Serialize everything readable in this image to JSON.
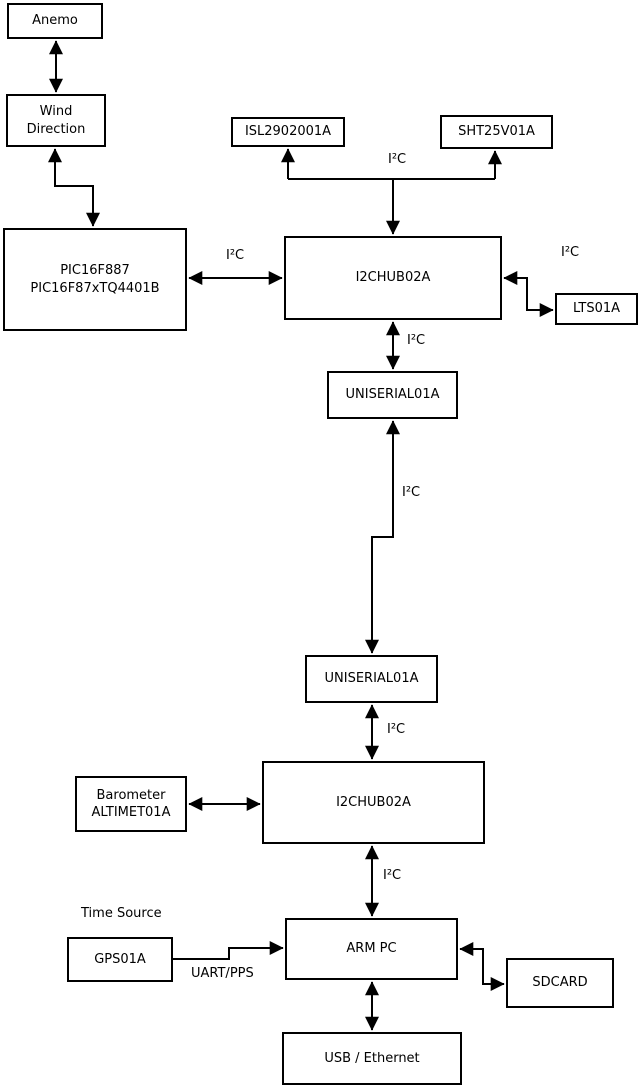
{
  "diagram": {
    "background_color": "#ffffff",
    "line_color": "#000000",
    "box_fill_color": "#ffffff",
    "box_border_color": "#000000",
    "text_color": "#000000"
  },
  "nodes": {
    "anemo": {
      "lines": [
        "Anemo"
      ]
    },
    "wind": {
      "lines": [
        "Wind",
        "Direction"
      ]
    },
    "pic": {
      "lines": [
        "PIC16F887",
        "PIC16F87xTQ4401B"
      ]
    },
    "isl": {
      "lines": [
        "ISL2902001A"
      ]
    },
    "sht": {
      "lines": [
        "SHT25V01A"
      ]
    },
    "hub1": {
      "lines": [
        "I2CHUB02A"
      ]
    },
    "lts": {
      "lines": [
        "LTS01A"
      ]
    },
    "uniserial1": {
      "lines": [
        "UNISERIAL01A"
      ]
    },
    "uniserial2": {
      "lines": [
        "UNISERIAL01A"
      ]
    },
    "hub2": {
      "lines": [
        "I2CHUB02A"
      ]
    },
    "barometer": {
      "lines": [
        "Barometer",
        "ALTIMET01A"
      ]
    },
    "gps": {
      "lines": [
        "GPS01A"
      ]
    },
    "armpc": {
      "lines": [
        "ARM PC"
      ]
    },
    "sdcard": {
      "lines": [
        "SDCARD"
      ]
    },
    "usb": {
      "lines": [
        "USB / Ethernet"
      ]
    }
  },
  "labels": {
    "i2c_branch": "I²C",
    "i2c_pic_hub1": "I²C",
    "i2c_hub1_lts": "I²C",
    "i2c_hub1_uni1": "I²C",
    "i2c_uni1_uni2": "I²C",
    "i2c_uni2_hub2": "I²C",
    "i2c_hub2_armpc": "I²C",
    "uart_pps": "UART/PPS",
    "time_source": "Time Source"
  }
}
